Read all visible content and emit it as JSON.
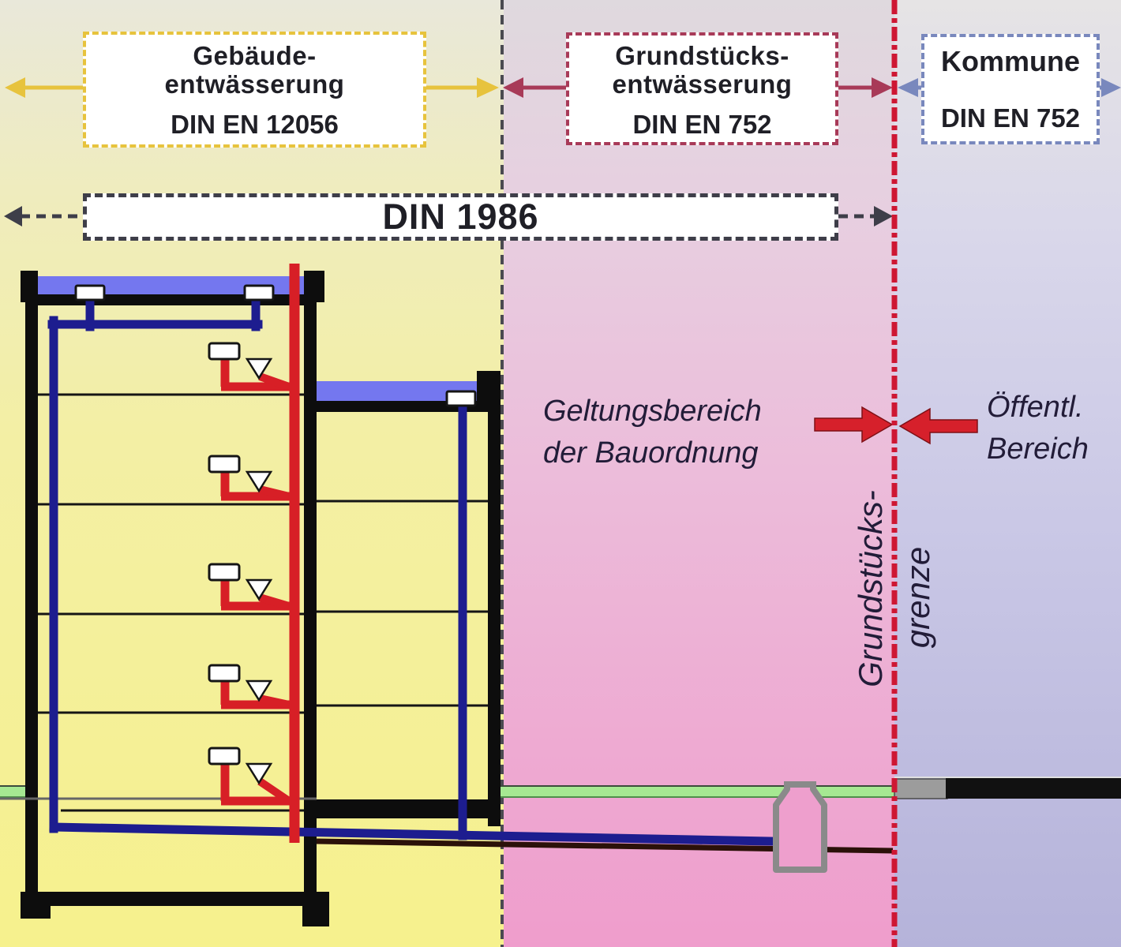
{
  "header": {
    "building_zone": {
      "line1": "Gebäude-",
      "line2": "entwässerung",
      "standard": "DIN EN 12056"
    },
    "property_zone": {
      "line1": "Grundstücks-",
      "line2": "entwässerung",
      "standard": "DIN EN 752"
    },
    "municipal_zone": {
      "title": "Kommune",
      "standard": "DIN EN 752"
    },
    "din_banner": "DIN 1986"
  },
  "annotations": {
    "scope": {
      "line1": "Geltungsbereich",
      "line2": "der Bauordnung"
    },
    "public_area": {
      "line1": "Öffentl.",
      "line2": "Bereich"
    },
    "property_boundary": {
      "line1": "Grundstücks-",
      "line2": "grenze"
    }
  },
  "colors": {
    "accent_yellow": "#e7c33d",
    "accent_crimson": "#a83a58",
    "accent_bluegray": "#7988bd",
    "accent_dark": "#3e3e49",
    "arrow_red": "#d6202b",
    "boundary_red": "#ce1733",
    "zone_divider": "#4a4a50",
    "pipe_blue": "#1d1d8f",
    "pipe_red": "#d71f26",
    "roof_blue": "#7477ef",
    "wall_black": "#0d0d0d",
    "ground_green": "#a6e892",
    "sewer_dark": "#2b1109",
    "chamber_gray": "#8a8a8a",
    "municipal_gray": "#9c9c9c",
    "text_dark": "#1f1f26",
    "text_italic": "#221c38",
    "zone1_top": "#e9e8da",
    "zone1_mid": "#f3efa5",
    "zone1_bottom": "#f6f18d",
    "zone2_top": "#dfd9de",
    "zone2_mid": "#ecbcda",
    "zone2_bottom": "#ef9dcc",
    "zone3_top": "#e6e4e5",
    "zone3_mid": "#cac8e6",
    "zone3_bottom": "#b5b3da"
  }
}
